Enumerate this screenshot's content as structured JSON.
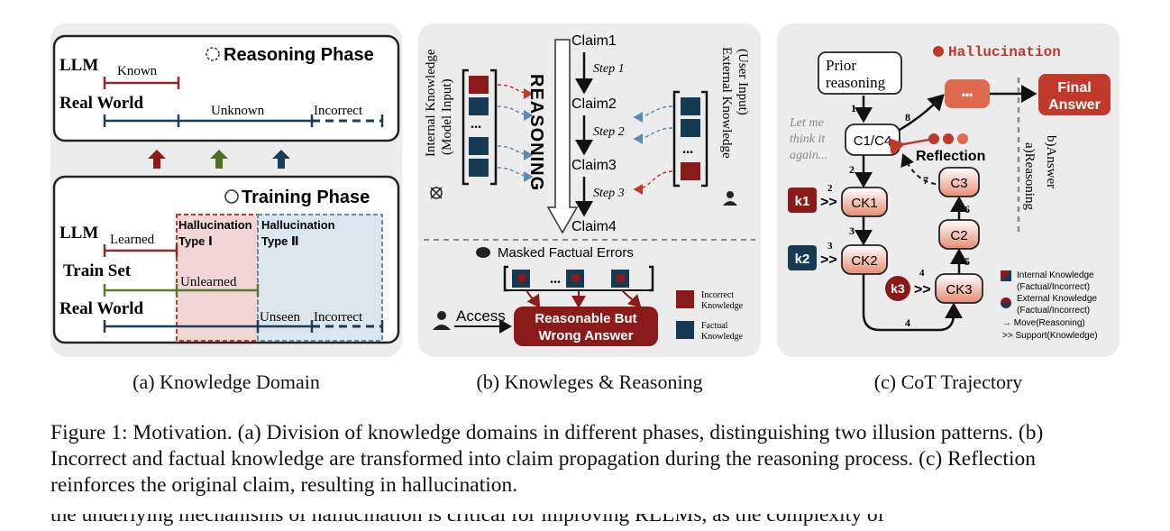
{
  "panel_a": {
    "reasoning_title": "Reasoning Phase",
    "llm": "LLM",
    "known": "Known",
    "real_world": "Real World",
    "unknown": "Unknown",
    "incorrect": "Incorrect",
    "training_title": "Training Phase",
    "learned": "Learned",
    "halluc_type_1": "Hallucination",
    "type_1": "Type Ⅰ",
    "halluc_type_2": "Hallucination",
    "type_2": "Type Ⅱ",
    "train_set": "Train Set",
    "unlearned": "Unlearned",
    "unseen": "Unseen",
    "incorrect2": "Incorrect",
    "colors": {
      "known": "#8b2a2a",
      "train": "#5a7a2a",
      "world": "#1c3d57",
      "arrow_red": "#8b1a1a",
      "arrow_green": "#4f6f24",
      "arrow_blue": "#1c3d57"
    }
  },
  "panel_b": {
    "internal_knowledge": "Internal Knowledge",
    "model_input": "(Model Input)",
    "reasoning": "REASONING",
    "claims": [
      "Claim1",
      "Claim2",
      "Claim3",
      "Claim4"
    ],
    "steps": [
      "Step 1",
      "Step 2",
      "Step 3"
    ],
    "external_knowledge": "External Knowledge",
    "user_input": "(User Input)",
    "masked": "Masked Factual Errors",
    "access": "Access",
    "answer1": "Reasonable But",
    "answer2": "Wrong Answer",
    "legend_incorrect_1": "Incorrect",
    "legend_incorrect_2": "Knowledge",
    "legend_factual_1": "Factual",
    "legend_factual_2": "Knowledge",
    "ellipsis": "...",
    "colors": {
      "incorrect": "#8b1a1a",
      "factual": "#163a52"
    }
  },
  "panel_c": {
    "hallucination": "Hallucination",
    "prior1": "Prior",
    "prior2": "reasoning",
    "final1": "Final",
    "final2": "Answer",
    "dots": "•••",
    "let_me1": "Let me",
    "let_me2": "think it",
    "let_me3": "again...",
    "c1c4": "C1/C4",
    "reflection": "Reflection",
    "a_reasoning": "a)Reasoning",
    "b_answer": "b)Answer",
    "ck1": "CK1",
    "ck2": "CK2",
    "ck3": "CK3",
    "c2": "C2",
    "c3": "C3",
    "k1": "k1",
    "k2": "k2",
    "k3": "k3",
    "support": ">>",
    "nums": [
      "1",
      "2",
      "3",
      "4",
      "5",
      "6",
      "7",
      "8",
      "2",
      "3",
      "4"
    ],
    "legend": [
      "Internal Knowledge",
      "(Factual/Incorrect)",
      "External Knowledge",
      "(Factual/Incorrect)",
      "→ Move(Reasoning)",
      ">> Support(Knowledge)"
    ],
    "colors": {
      "halluc": "#c0392b",
      "node": "#e06a4f",
      "k_red": "#8b1a1a",
      "k_blue": "#163a52"
    }
  },
  "subcaptions": [
    "(a) Knowledge Domain",
    "(b) Knowleges & Reasoning",
    "(c) CoT Trajectory"
  ],
  "caption": "Figure 1: Motivation. (a) Division of knowledge domains in different phases, distinguishing two illusion patterns. (b) Incorrect and factual knowledge are transformed into claim propagation during the reasoning process. (c) Reflection reinforces the original claim, resulting in hallucination.",
  "cut_text": "the underlying mechanisms of hallucination is critical for improving RLLMs, as the complexity of"
}
